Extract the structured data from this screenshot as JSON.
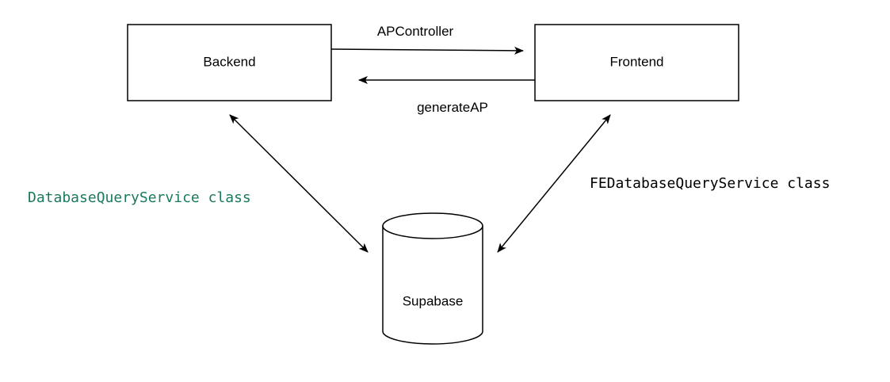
{
  "nodes": {
    "backend": {
      "label": "Backend"
    },
    "frontend": {
      "label": "Frontend"
    },
    "supabase": {
      "label": "Supabase"
    }
  },
  "edges": {
    "backend_to_frontend": {
      "label": "APController"
    },
    "frontend_to_backend": {
      "label": "generateAP"
    },
    "backend_supabase": {
      "label": "DatabaseQueryService class",
      "color": "#1a7a5e"
    },
    "frontend_supabase": {
      "label": "FEDatabaseQueryService class",
      "color": "#000000"
    }
  },
  "colors": {
    "stroke": "#000000",
    "background": "#ffffff",
    "accent_green": "#1a7a5e"
  }
}
